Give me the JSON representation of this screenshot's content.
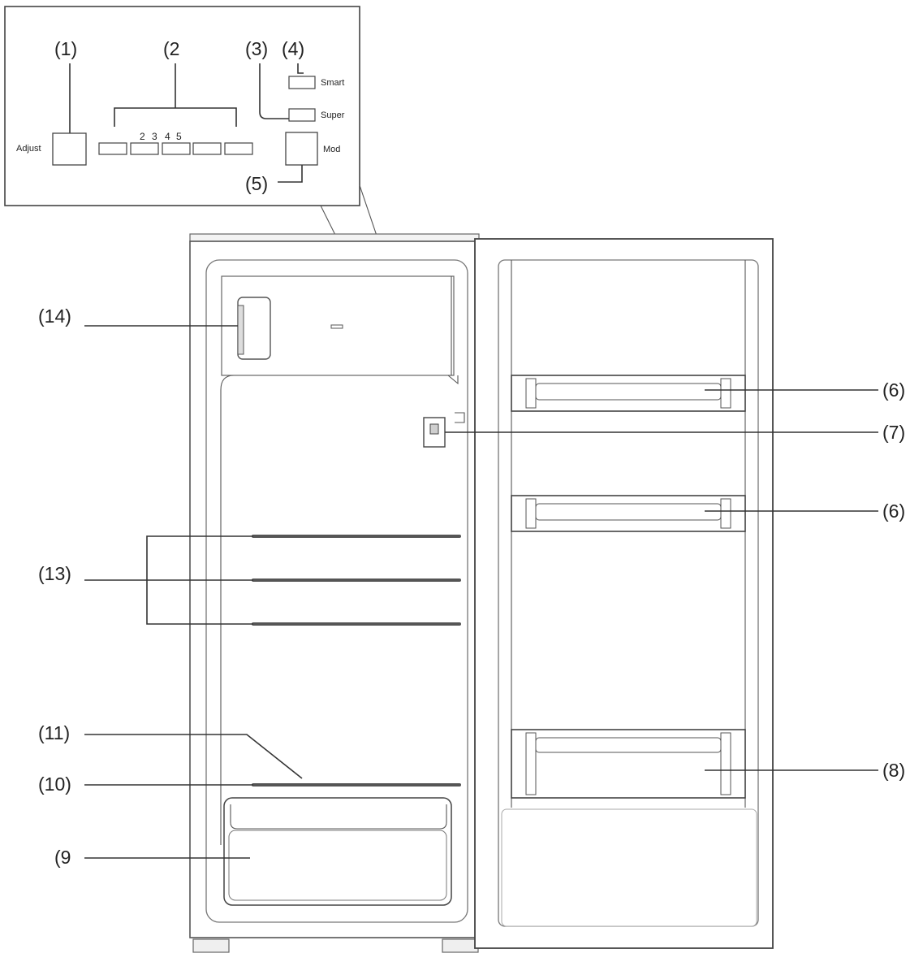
{
  "panel": {
    "callouts": {
      "c1": "(1)",
      "c2": "(2",
      "c3": "(3)",
      "c4": "(4)",
      "c5": "(5)"
    },
    "labels": {
      "adjust": "Adjust",
      "smart": "Smart",
      "super": "Super",
      "mod": "Mod"
    },
    "digits": [
      "2",
      "3",
      "4",
      "5"
    ]
  },
  "appliance": {
    "callouts": {
      "c6a": "(6)",
      "c6b": "(6)",
      "c7": "(7)",
      "c8": "(8)",
      "c9": "(9",
      "c10": "(10)",
      "c11": "(11)",
      "c13": "(13)",
      "c14": "(14)"
    }
  }
}
